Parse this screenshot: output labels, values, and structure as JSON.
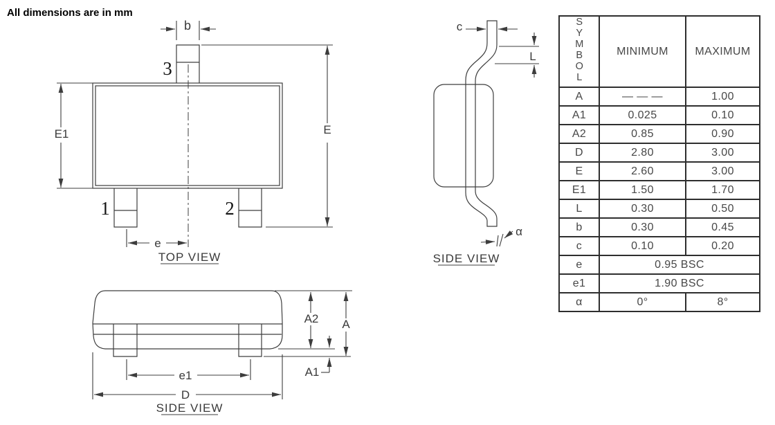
{
  "note": "All dimensions are in mm",
  "colors": {
    "line": "#3d3d3d",
    "table_border": "#2e2e2e",
    "text": "#3a3a3a"
  },
  "top_view": {
    "title": "TOP VIEW",
    "pin1": "1",
    "pin2": "2",
    "pin3": "3",
    "dim_b": "b",
    "dim_e": "e",
    "dim_E": "E",
    "dim_E1": "E1"
  },
  "lead_view": {
    "title": "SIDE VIEW",
    "dim_c": "c",
    "dim_L": "L",
    "dim_alpha": "α"
  },
  "side_view": {
    "title": "SIDE VIEW",
    "dim_A": "A",
    "dim_A1": "A1",
    "dim_A2": "A2",
    "dim_D": "D",
    "dim_e1": "e1"
  },
  "table": {
    "headers": {
      "symbol": "SYMBOL",
      "minimum": "MINIMUM",
      "maximum": "MAXIMUM"
    },
    "rows": [
      {
        "symbol": "A",
        "min": "— — —",
        "max": "1.00"
      },
      {
        "symbol": "A1",
        "min": "0.025",
        "max": "0.10"
      },
      {
        "symbol": "A2",
        "min": "0.85",
        "max": "0.90"
      },
      {
        "symbol": "D",
        "min": "2.80",
        "max": "3.00"
      },
      {
        "symbol": "E",
        "min": "2.60",
        "max": "3.00"
      },
      {
        "symbol": "E1",
        "min": "1.50",
        "max": "1.70"
      },
      {
        "symbol": "L",
        "min": "0.30",
        "max": "0.50"
      },
      {
        "symbol": "b",
        "min": "0.30",
        "max": "0.45"
      },
      {
        "symbol": "c",
        "min": "0.10",
        "max": "0.20"
      },
      {
        "symbol": "e",
        "span": "0.95  BSC"
      },
      {
        "symbol": "e1",
        "span": "1.90  BSC"
      },
      {
        "symbol": "α",
        "min": "0°",
        "max": "8°"
      }
    ]
  }
}
